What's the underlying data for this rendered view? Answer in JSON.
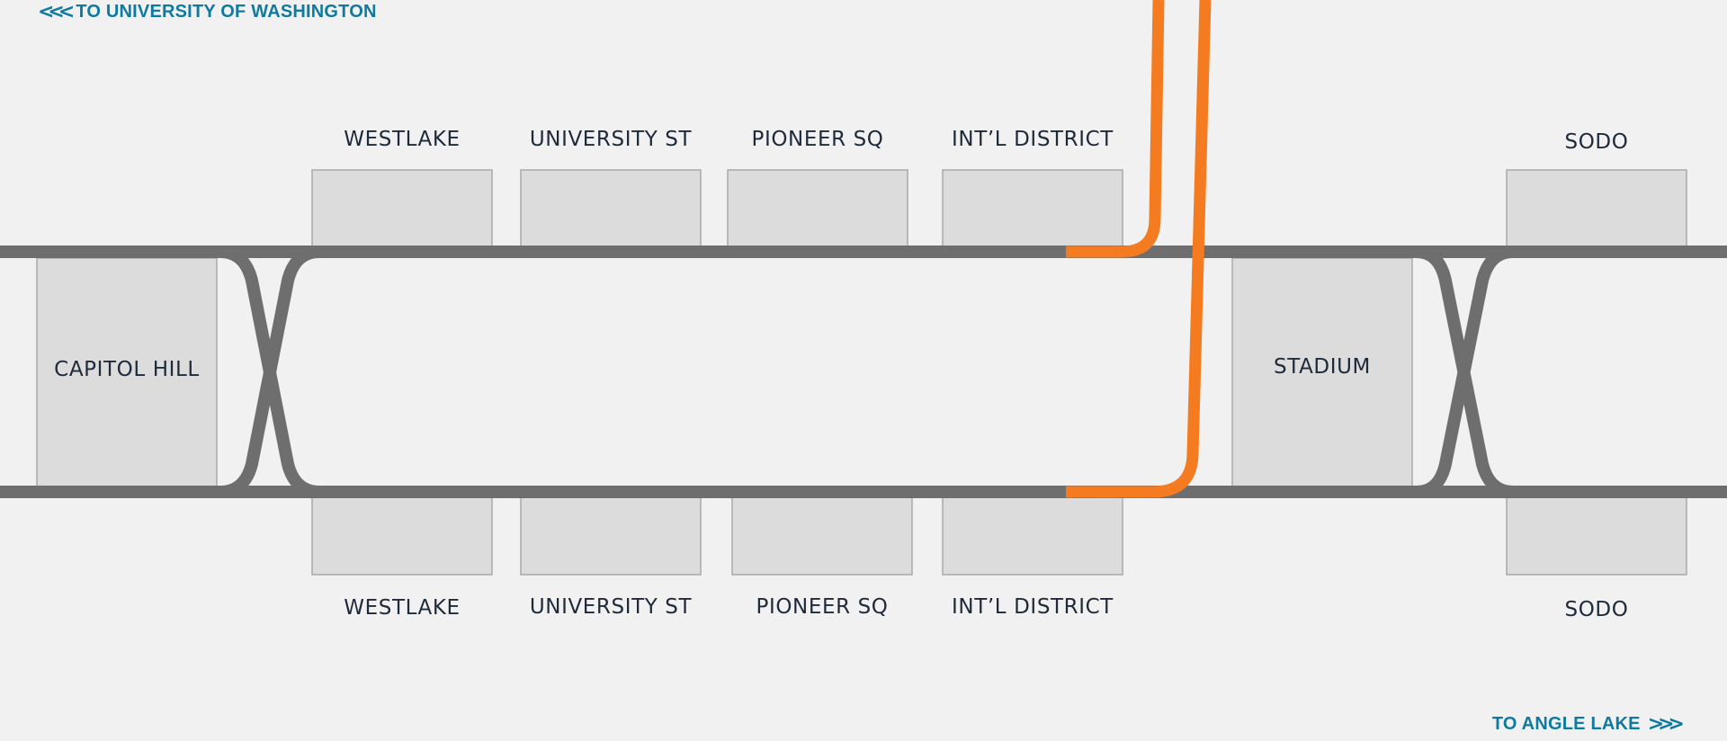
{
  "colors": {
    "background": "#f1f1f1",
    "track": "#6e6e6e",
    "platform": "#dcdcdc",
    "platform_border": "#a9a9a9",
    "connector_line": "#f47b20",
    "direction_text": "#0e7aa0",
    "label_text": "#1d2a3a"
  },
  "directions": {
    "north": {
      "label": "TO UNIVERSITY OF WASHINGTON",
      "arrow_glyph": "<<<",
      "icon": "triple-chevron-left-icon"
    },
    "south": {
      "label": "TO ANGLE LAKE",
      "arrow_glyph": ">>>",
      "icon": "triple-chevron-right-icon"
    }
  },
  "stations": {
    "capitol_hill": "CAPITOL HILL",
    "westlake_top": "WESTLAKE",
    "university_top": "UNIVERSITY ST",
    "pioneer_top": "PIONEER SQ",
    "intl_top": "INT’L DISTRICT",
    "sodo_top": "SODO",
    "stadium": "STADIUM",
    "westlake_bottom": "WESTLAKE",
    "university_bottom": "UNIVERSITY ST",
    "pioneer_bottom": "PIONEER SQ",
    "intl_bottom": "INT’L DISTRICT",
    "sodo_bottom": "SODO"
  }
}
